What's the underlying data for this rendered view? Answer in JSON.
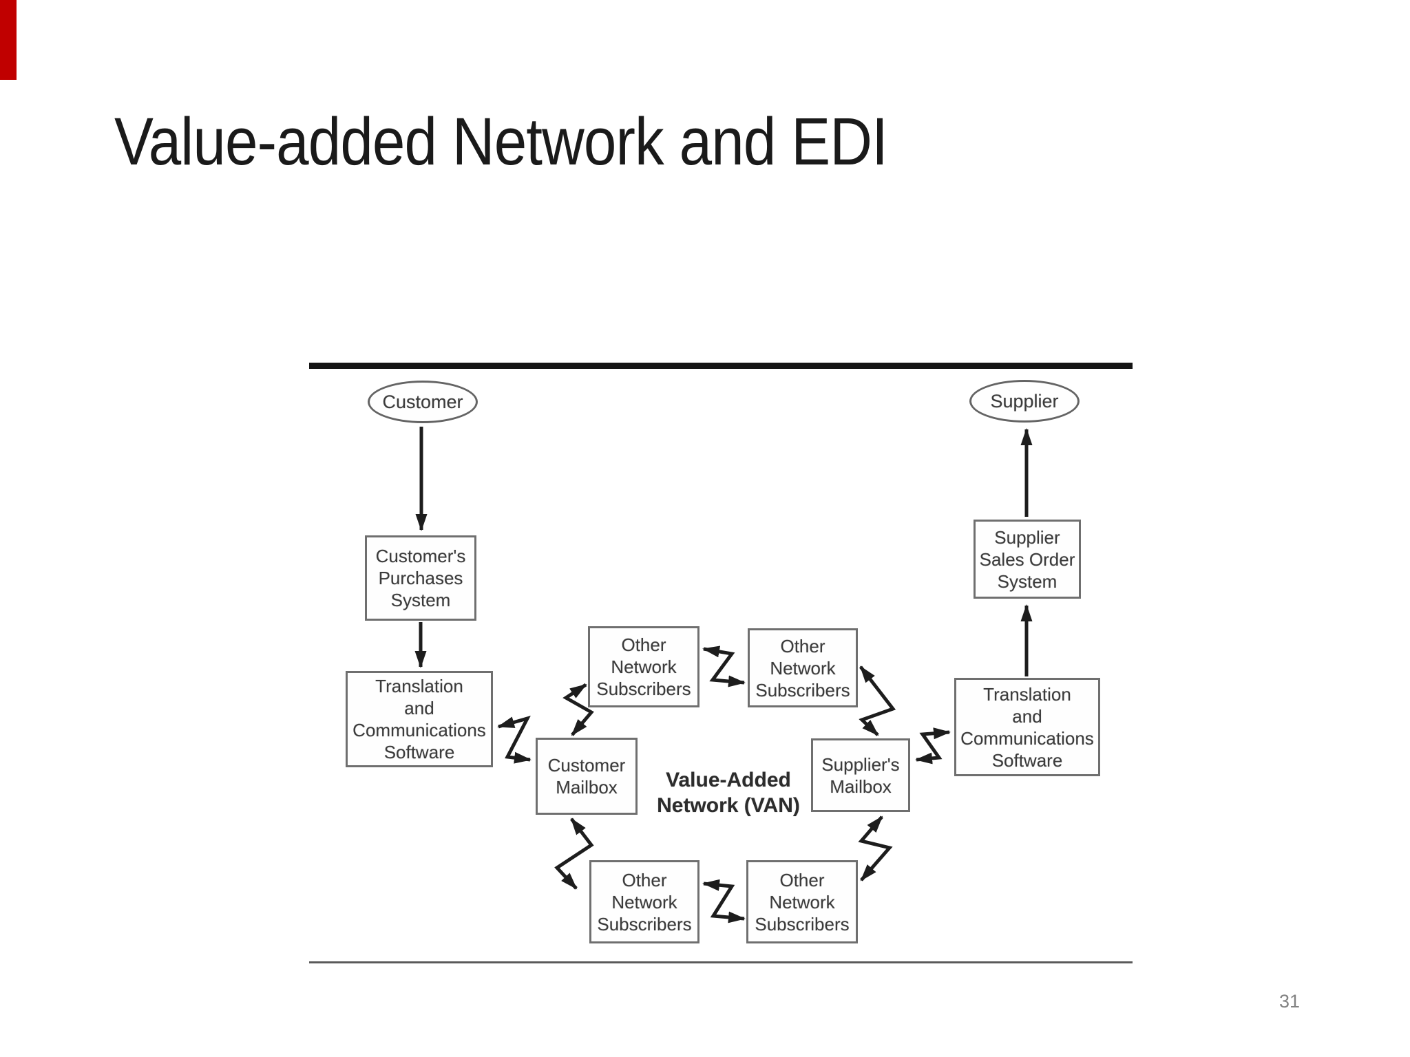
{
  "slide": {
    "title": "Value-added Network and EDI",
    "page_number": "31",
    "accent_color": "#c00000"
  },
  "diagram": {
    "nodes": {
      "customer": "Customer",
      "supplier": "Supplier",
      "customer_purchases_system": "Customer's\nPurchases\nSystem",
      "supplier_sales_order_system": "Supplier\nSales Order\nSystem",
      "translation_software_left": "Translation\nand\nCommunications\nSoftware",
      "translation_software_right": "Translation\nand\nCommunications\nSoftware",
      "customer_mailbox": "Customer\nMailbox",
      "supplier_mailbox": "Supplier's\nMailbox",
      "other_subscribers_top_left": "Other\nNetwork\nSubscribers",
      "other_subscribers_top_right": "Other\nNetwork\nSubscribers",
      "other_subscribers_bottom_left": "Other\nNetwork\nSubscribers",
      "other_subscribers_bottom_right": "Other\nNetwork\nSubscribers",
      "van_label": "Value-Added\nNetwork (VAN)"
    }
  }
}
